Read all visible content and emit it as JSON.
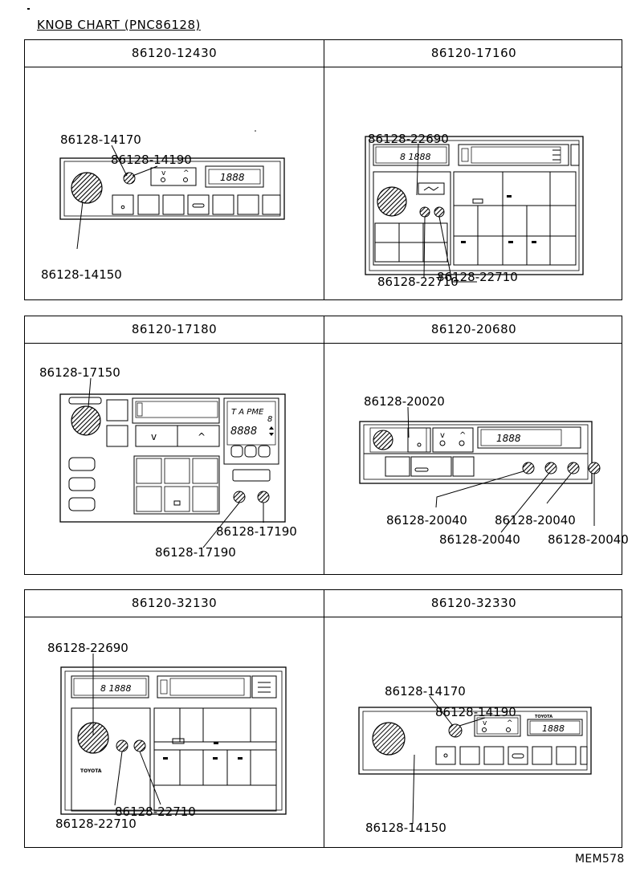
{
  "title": "KNOB CHART (PNC86128)",
  "footer": "MEM578",
  "tables": [
    {
      "cells": [
        {
          "header": "86120-12430",
          "labels": [
            "86128-14170",
            "86128-14190",
            "86128-14150"
          ],
          "display": "1888"
        },
        {
          "header": "86120-17160",
          "labels": [
            "86128-22690",
            "86128-22710",
            "86128-22710"
          ],
          "display": "8 1888"
        }
      ]
    },
    {
      "cells": [
        {
          "header": "86120-17180",
          "labels": [
            "86128-17150",
            "86128-17190",
            "86128-17190"
          ],
          "display": "T A PME",
          "display2": "8",
          "display3": "8888"
        },
        {
          "header": "86120-20680",
          "labels": [
            "86128-20020",
            "86128-20040",
            "86128-20040",
            "86128-20040",
            "86128-20040"
          ],
          "display": "1888"
        }
      ]
    },
    {
      "cells": [
        {
          "header": "86120-32130",
          "labels": [
            "86128-22690",
            "86128-22710",
            "86128-22710"
          ],
          "display": "8 1888",
          "brand": "TOYOTA"
        },
        {
          "header": "86120-32330",
          "labels": [
            "86128-14170",
            "86128-14190",
            "86128-14150"
          ],
          "display": "1888",
          "brand": "TOYOTA"
        }
      ]
    }
  ]
}
